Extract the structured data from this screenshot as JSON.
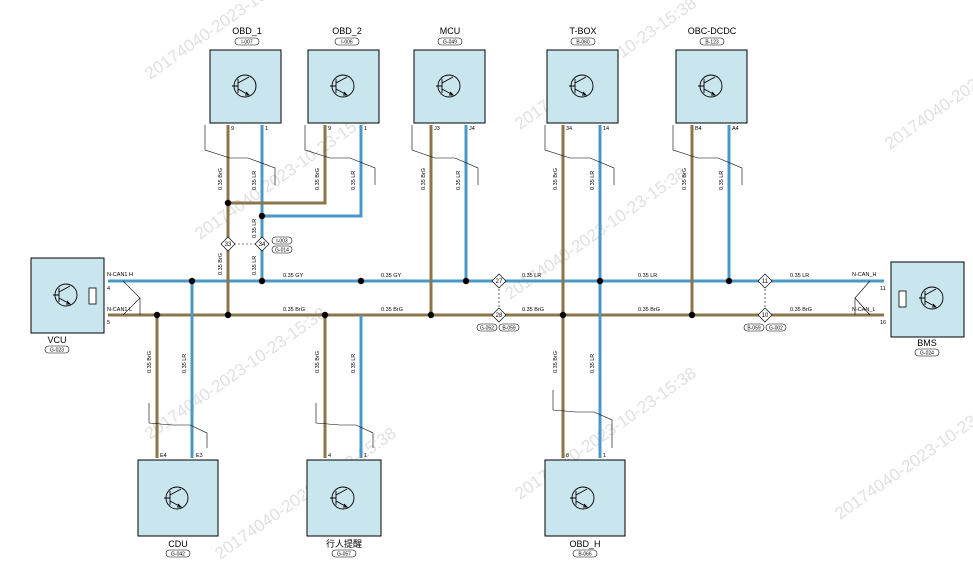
{
  "ecus": [
    {
      "id": "obd1",
      "title": "OBD_1",
      "code": "I-007",
      "pins": [
        "9",
        "1"
      ]
    },
    {
      "id": "obd2",
      "title": "OBD_2",
      "code": "I-006",
      "pins": [
        "9",
        "1"
      ]
    },
    {
      "id": "mcu",
      "title": "MCU",
      "code": "G-049",
      "pins": [
        "J3",
        "J4"
      ]
    },
    {
      "id": "tbox",
      "title": "T-BOX",
      "code": "B-060",
      "pins": [
        "34",
        "14"
      ]
    },
    {
      "id": "obcdcdc",
      "title": "OBC-DCDC",
      "code": "B-123",
      "pins": [
        "B4",
        "A4"
      ]
    },
    {
      "id": "vcu",
      "title": "VCU",
      "code": "G-023",
      "pins": [
        "4",
        "5"
      ]
    },
    {
      "id": "bms",
      "title": "BMS",
      "code": "G-024",
      "pins": [
        "11",
        "16"
      ]
    },
    {
      "id": "cdu",
      "title": "CDU",
      "code": "G-042",
      "pins": [
        "E4",
        "E3"
      ]
    },
    {
      "id": "ped",
      "title": "行人提醒",
      "code": "G-057",
      "pins": [
        "4",
        "1"
      ]
    },
    {
      "id": "obdh",
      "title": "OBD_H",
      "code": "B-066",
      "pins": [
        "8",
        "1"
      ]
    }
  ],
  "signals": {
    "vcu_high": "N-CAN1 H",
    "vcu_low": "N-CAN1 L",
    "bms_high": "N-CAN_H",
    "bms_low": "N-CAN_L"
  },
  "wire_labels": {
    "brg": "0.35 BrG",
    "lr": "0.35 LR",
    "gy": "0.35 GY"
  },
  "splices": {
    "s1": {
      "num": "33"
    },
    "s2": {
      "num": "34"
    },
    "s3": {
      "num": "27"
    },
    "s4": {
      "num": "28"
    },
    "s5": {
      "num": "11"
    },
    "s6": {
      "num": "10"
    }
  },
  "splice_codes": {
    "s2a": "I-003",
    "s2b": "G-014",
    "s4a": "G-052",
    "s4b": "B-059",
    "s6a": "B-059",
    "s6b": "G-002"
  },
  "watermark": "20174040-2023-10-23-15:38",
  "colors": {
    "brg": "#8b7549",
    "lr": "#4a98c9",
    "box": "#c9e6ef"
  }
}
